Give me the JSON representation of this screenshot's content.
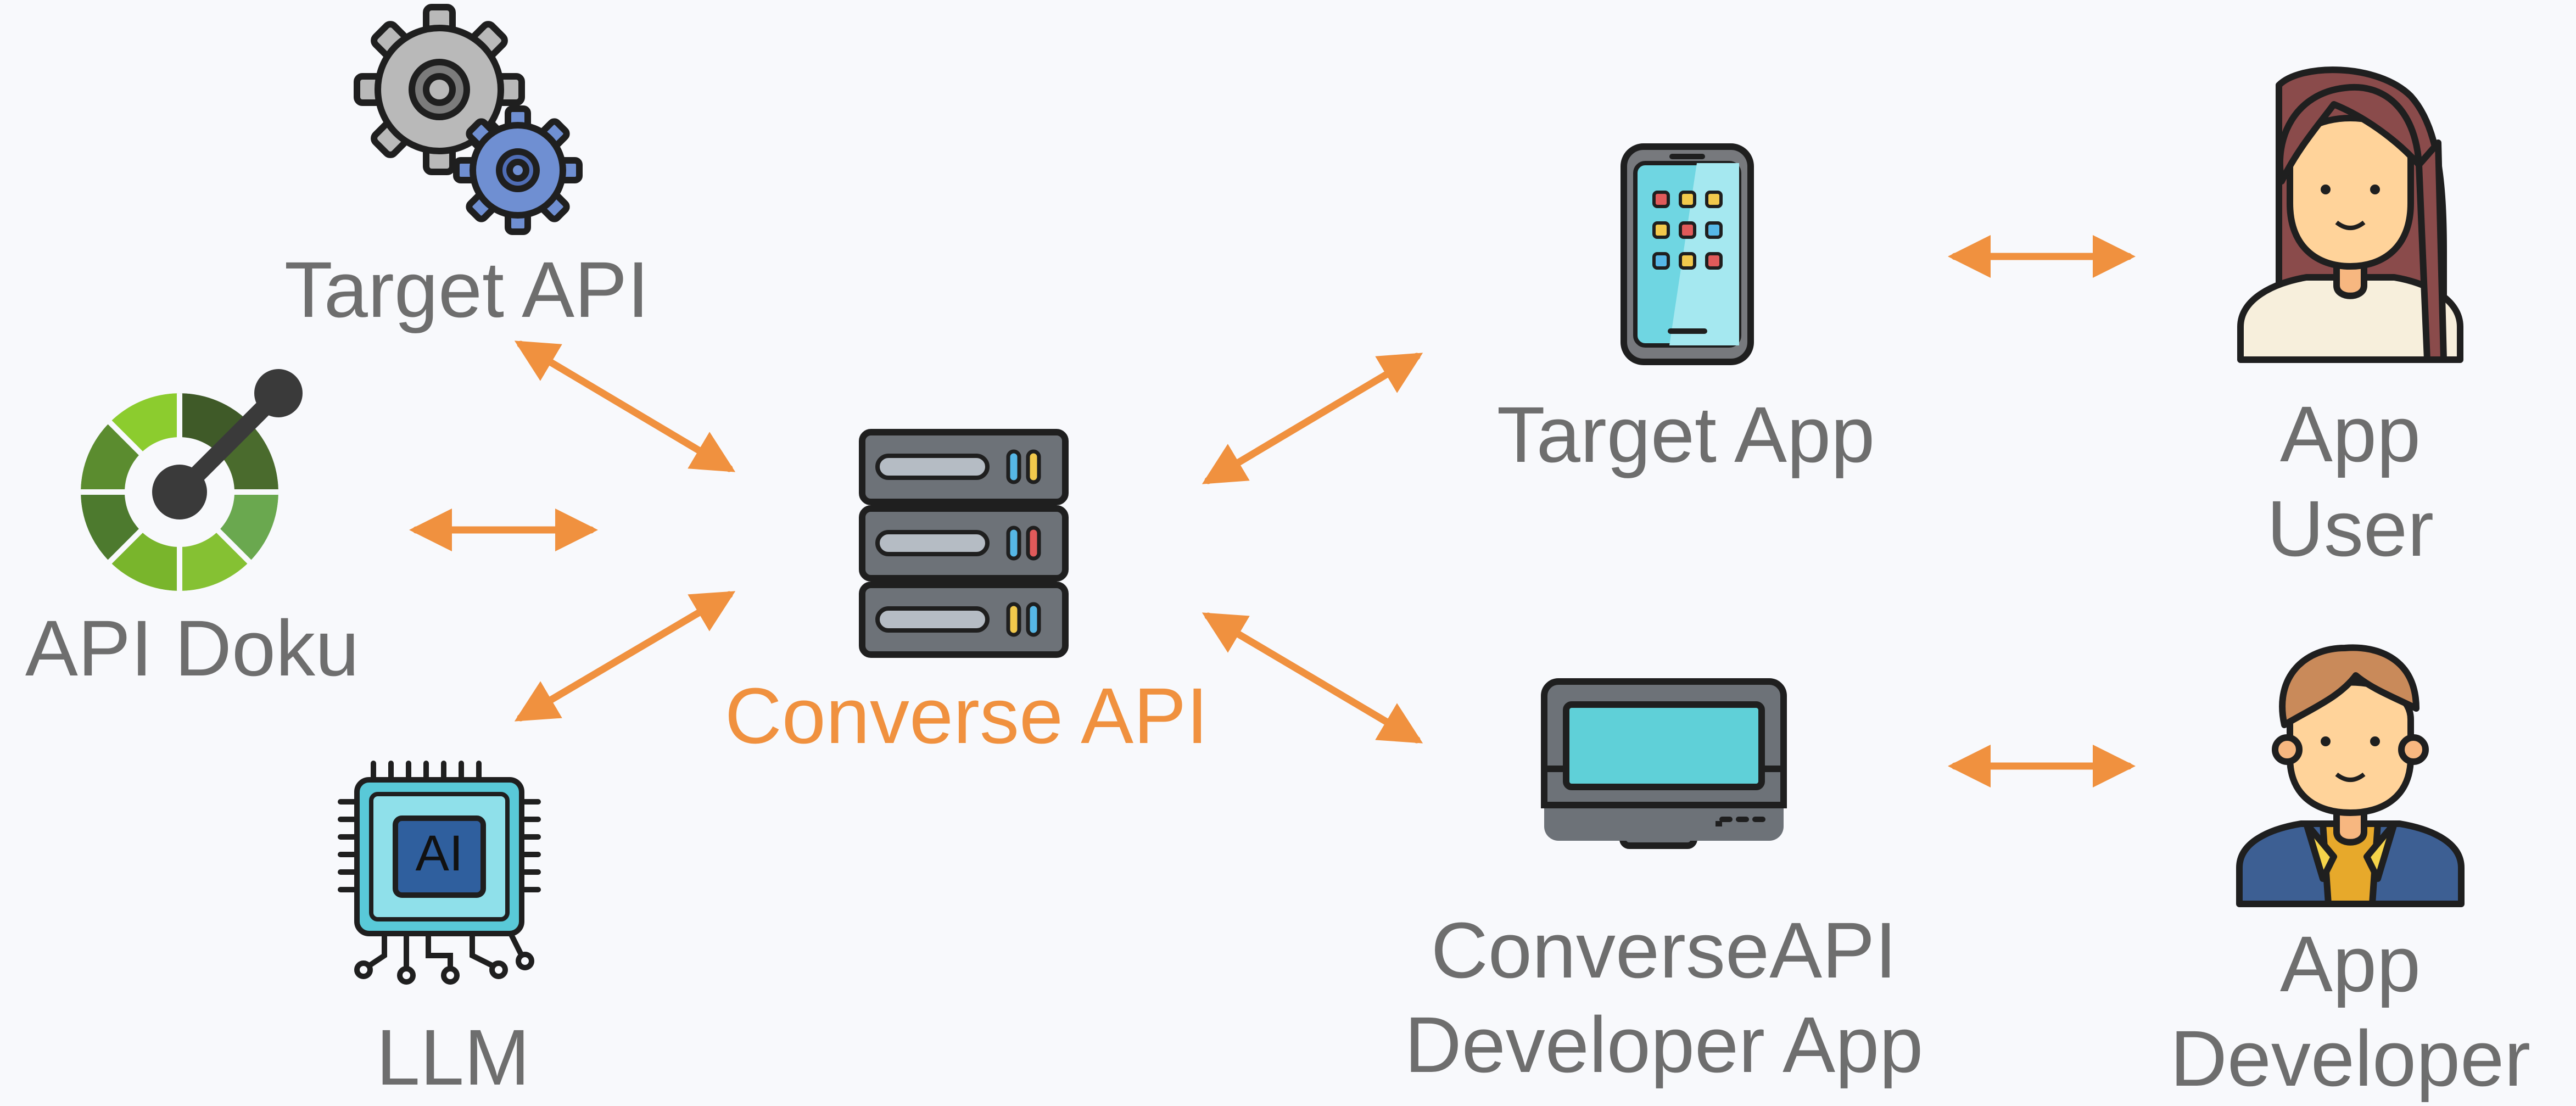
{
  "colors": {
    "background": "#f8f9fc",
    "label_text": "#6e6e6e",
    "accent": "#f0913f",
    "arrow": "#f0913f"
  },
  "nodes": {
    "target_api": {
      "label": "Target API",
      "icon": "gears-icon"
    },
    "api_doku": {
      "label": "API Doku",
      "icon": "openapi-logo-icon"
    },
    "llm": {
      "label": "LLM",
      "icon": "ai-chip-icon"
    },
    "converse_api": {
      "label": "Converse API",
      "icon": "server-rack-icon"
    },
    "target_app": {
      "label": "Target App",
      "icon": "smartphone-icon"
    },
    "developer_app": {
      "label_line1": "ConverseAPI",
      "label_line2": "Developer App",
      "icon": "monitor-icon"
    },
    "app_user": {
      "label_line1": "App",
      "label_line2": "User",
      "icon": "woman-avatar-icon"
    },
    "app_developer": {
      "label_line1": "App",
      "label_line2": "Developer",
      "icon": "man-avatar-icon"
    }
  },
  "connections": [
    {
      "from": "converse_api",
      "to": "target_api",
      "direction": "both"
    },
    {
      "from": "converse_api",
      "to": "api_doku",
      "direction": "both"
    },
    {
      "from": "converse_api",
      "to": "llm",
      "direction": "both"
    },
    {
      "from": "converse_api",
      "to": "target_app",
      "direction": "both"
    },
    {
      "from": "converse_api",
      "to": "developer_app",
      "direction": "both"
    },
    {
      "from": "target_app",
      "to": "app_user",
      "direction": "both"
    },
    {
      "from": "developer_app",
      "to": "app_developer",
      "direction": "both"
    }
  ]
}
